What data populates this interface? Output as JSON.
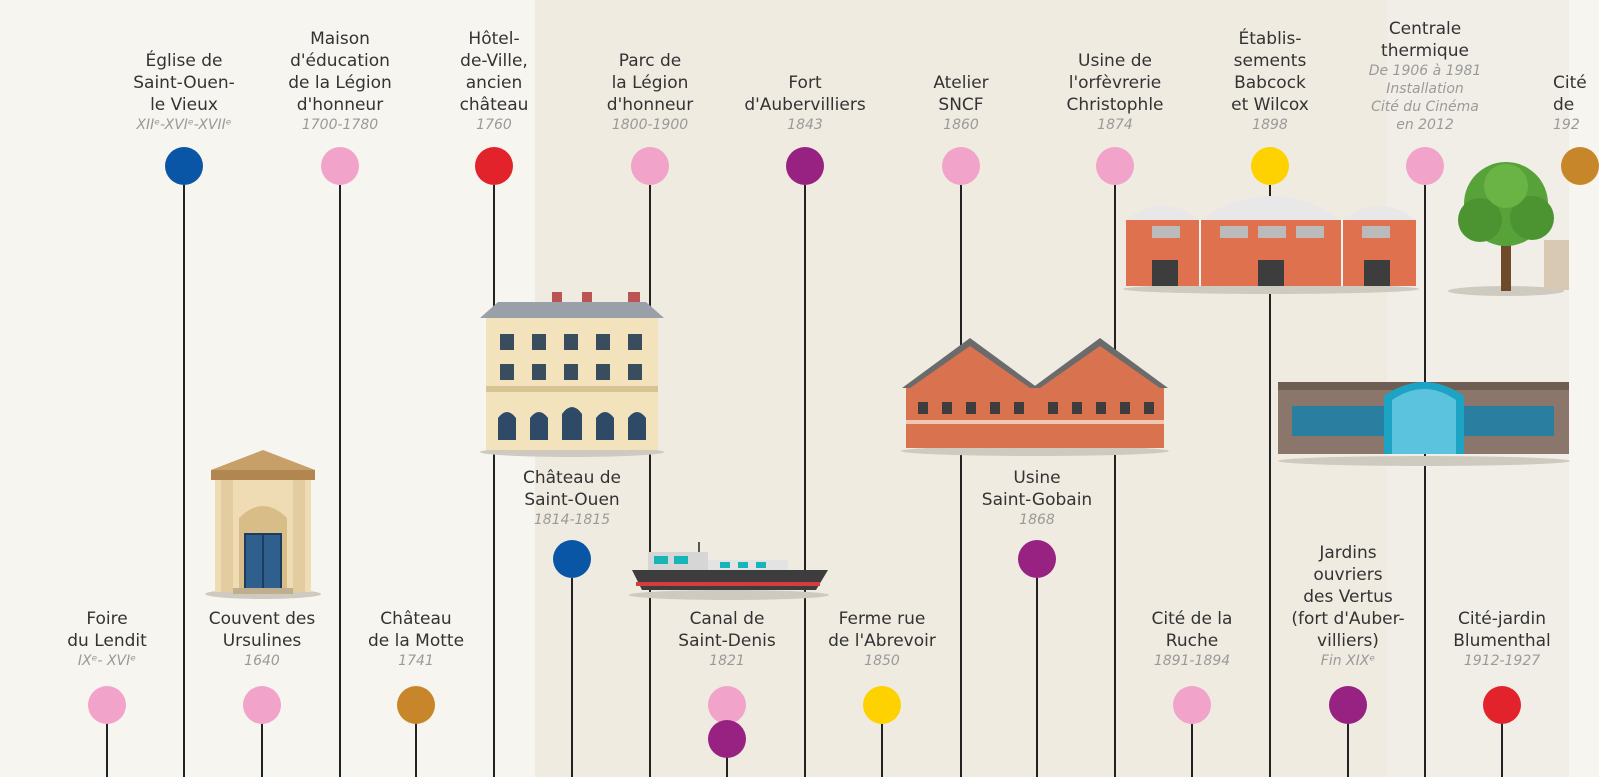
{
  "colors": {
    "blue": "#0a56a6",
    "pink": "#f2a3c9",
    "red": "#e3232c",
    "purple": "#972282",
    "ochre": "#c8862a",
    "yellow": "#fdd200"
  },
  "events": [
    {
      "name": "Foire\ndu Lendit",
      "date": "IXᵉ- XVIᵉ",
      "color": "pink"
    },
    {
      "name": "Église de\nSaint-Ouen-\nle Vieux",
      "date": "XIIᵉ-XVIᵉ-XVIIᵉ",
      "color": "blue"
    },
    {
      "name": "Couvent des\nUrsulines",
      "date": "1640",
      "color": "pink"
    },
    {
      "name": "Maison\nd'éducation\nde la Légion\nd'honneur",
      "date": "1700-1780",
      "color": "pink"
    },
    {
      "name": "Château\nde la Motte",
      "date": "1741",
      "color": "ochre"
    },
    {
      "name": "Hôtel-\nde-Ville,\nancien\nchâteau",
      "date": "1760",
      "color": "red"
    },
    {
      "name": "Château de\nSaint-Ouen",
      "date": "1814-1815",
      "color": "blue"
    },
    {
      "name": "Parc de\nla Légion\nd'honneur",
      "date": "1800-1900",
      "color": "pink"
    },
    {
      "name": "Canal de\nSaint-Denis",
      "date": "1821",
      "color": "pink"
    },
    {
      "name": "Fort\nd'Aubervilliers",
      "date": "1843",
      "color": "purple"
    },
    {
      "name": "Ferme rue\nde l'Abrevoir",
      "date": "1850",
      "color": "yellow"
    },
    {
      "name": "Atelier\nSNCF",
      "date": "1860",
      "color": "pink"
    },
    {
      "name": "Usine\nSaint-Gobain",
      "date": "1868",
      "color": "purple"
    },
    {
      "name": "Usine de\nl'orfèvrerie\nChristophle",
      "date": "1874",
      "color": "pink"
    },
    {
      "name": "Cité de la\nRuche",
      "date": "1891-1894",
      "color": "pink"
    },
    {
      "name": "Établis-\nsements\nBabcock\net Wilcox",
      "date": "1898",
      "color": "yellow"
    },
    {
      "name": "Jardins\nouvriers\ndes Vertus\n(fort d'Auber-\nvilliers)",
      "date": "Fin XIXᵉ",
      "color": "purple"
    },
    {
      "name": "Centrale\nthermique",
      "date": "De 1906 à 1981\nInstallation\nCité du Cinéma\nen 2012",
      "color": "pink"
    },
    {
      "name": "Cité-jardin\nBlumenthal",
      "date": "1912-1927",
      "color": "red"
    },
    {
      "name": "Cité\nde",
      "date": "192",
      "color": "ochre"
    }
  ]
}
